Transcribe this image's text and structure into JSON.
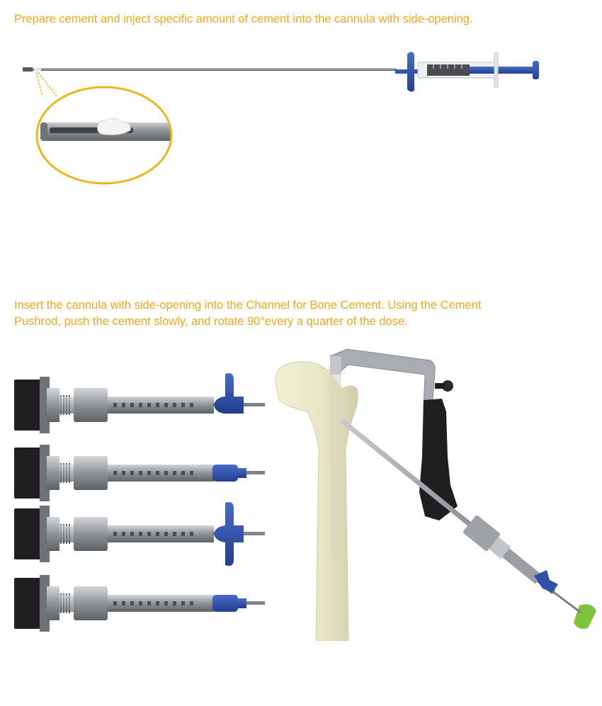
{
  "step1": {
    "instruction": "Prepare cement and inject specific amount of cement into the cannula with side-opening."
  },
  "step2": {
    "instruction_line1": "Insert the cannula with side-opening into the Channel for Bone Cement. Using the Cement",
    "instruction_line2": "Pushrod, push the cement slowly, and rotate 90°every a quarter of the dose."
  },
  "colors": {
    "caption": "#f0a81c",
    "callout": "#f0b41e",
    "handle_blue": "#2f4fa8",
    "steel": "#9a9ea3",
    "bone": "#ebe9c8",
    "end_cap_green": "#7ec43a",
    "device_black": "#1f1f21"
  }
}
